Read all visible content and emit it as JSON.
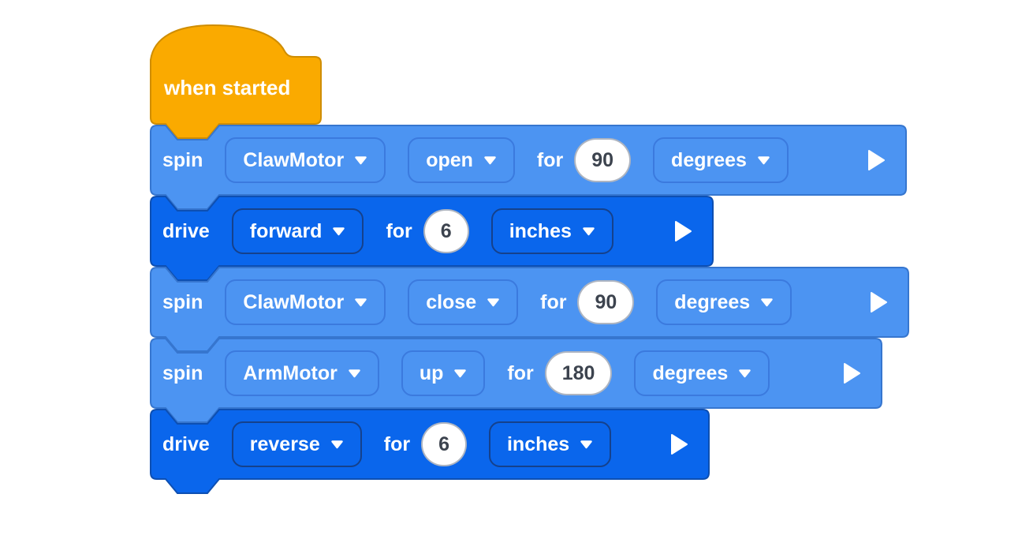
{
  "app": {
    "name": "block-coding-workspace",
    "background": "#ffffff"
  },
  "colors": {
    "hat_fill": "#FAAA00",
    "hat_border": "#CF8D00",
    "motor_block_fill": "#4C94F2",
    "motor_block_border": "#3676CF",
    "motor_field_border": "#3B7ADE",
    "drive_block_fill": "#0A66EC",
    "drive_block_border": "#0D4FB2",
    "drive_field_border": "#15418C",
    "text": "#FFFFFF",
    "input_background": "#FFFFFF",
    "input_text": "#3C434E"
  },
  "icons": {
    "dropdown_arrow": "triangle-down",
    "run": "play-triangle-right"
  },
  "hat": {
    "label": "when started"
  },
  "blocks": [
    {
      "verb": "spin",
      "motor": "ClawMotor",
      "direction": "open",
      "for": "for",
      "value": "90",
      "unit": "degrees"
    },
    {
      "verb": "drive",
      "direction": "forward",
      "for": "for",
      "value": "6",
      "unit": "inches"
    },
    {
      "verb": "spin",
      "motor": "ClawMotor",
      "direction": "close",
      "for": "for",
      "value": "90",
      "unit": "degrees"
    },
    {
      "verb": "spin",
      "motor": "ArmMotor",
      "direction": "up",
      "for": "for",
      "value": "180",
      "unit": "degrees"
    },
    {
      "verb": "drive",
      "direction": "reverse",
      "for": "for",
      "value": "6",
      "unit": "inches"
    }
  ]
}
